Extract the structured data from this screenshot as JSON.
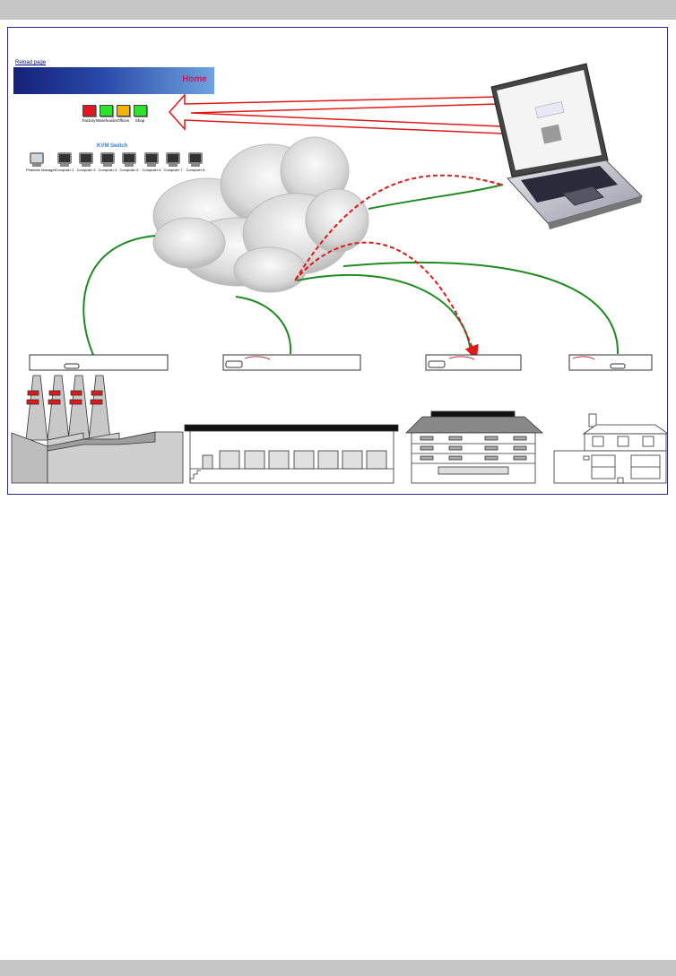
{
  "page": {
    "reload_link": "Reload page",
    "home_title": "Home"
  },
  "status_indicators": [
    {
      "label": "Factory",
      "color": "#e8141e"
    },
    {
      "label": "Warehouse",
      "color": "#2ee32e"
    },
    {
      "label": "Offices",
      "color": "#f0b400"
    },
    {
      "label": "Shop",
      "color": "#2ee32e"
    }
  ],
  "kvm": {
    "title": "KVM Switch",
    "computers": [
      "Phantom Manager",
      "Computer 2",
      "Computer 3",
      "Computer 4",
      "Computer 5",
      "Computer 6",
      "Computer 7",
      "Computer 8"
    ]
  },
  "colors": {
    "link_green": "#1f8a1f",
    "arrow_red": "#e01818",
    "title_pink": "#d4145a",
    "kvm_blue": "#3a7bd5"
  },
  "icons": [
    "cloud-icon",
    "laptop-icon",
    "factory-icon",
    "warehouse-icon",
    "office-building-icon",
    "house-icon",
    "monitor-icon",
    "arrow-icon"
  ]
}
